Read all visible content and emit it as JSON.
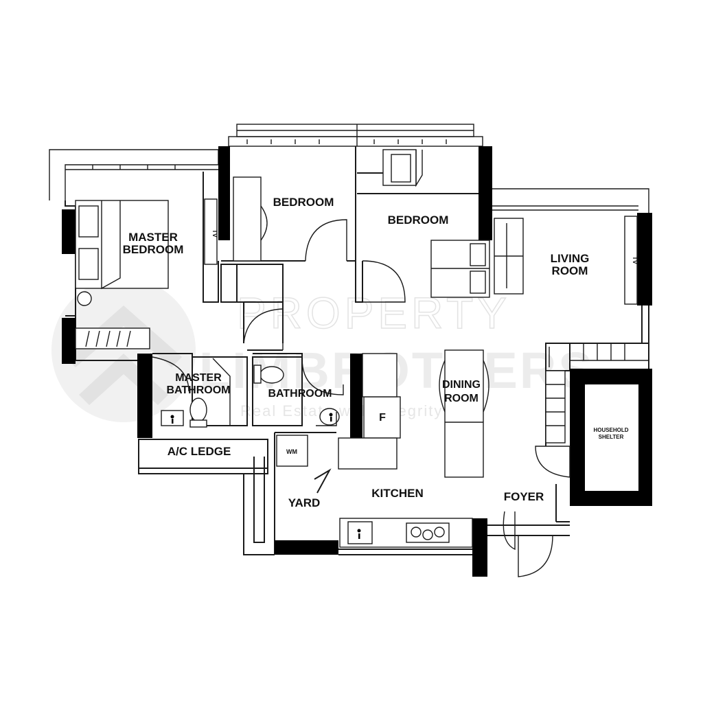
{
  "plan": {
    "rooms": {
      "master_bedroom": [
        "MASTER",
        "BEDROOM"
      ],
      "bedroom_1": "BEDROOM",
      "bedroom_2": "BEDROOM",
      "living_room": [
        "LIVING",
        "ROOM"
      ],
      "master_bathroom": [
        "MASTER",
        "BATHROOM"
      ],
      "bathroom": "BATHROOM",
      "dining_room": [
        "DINING",
        "ROOM"
      ],
      "household_shelter": [
        "HOUSEHOLD",
        "SHELTER"
      ],
      "ac_ledge": "A/C LEDGE",
      "yard": "YARD",
      "kitchen": "KITCHEN",
      "foyer": "FOYER"
    },
    "fixtures": {
      "tv_master": "TV",
      "tv_living": "TV",
      "fridge": "F",
      "washing_machine": "WM"
    }
  },
  "watermark": {
    "line1": "PROPERTY",
    "line2": "LIMBROTHERS",
    "tagline": "Real Estate with Integrity"
  },
  "colors": {
    "wall": "#000000",
    "line": "#1a1a1a",
    "watermark": "#e6e6e6"
  }
}
